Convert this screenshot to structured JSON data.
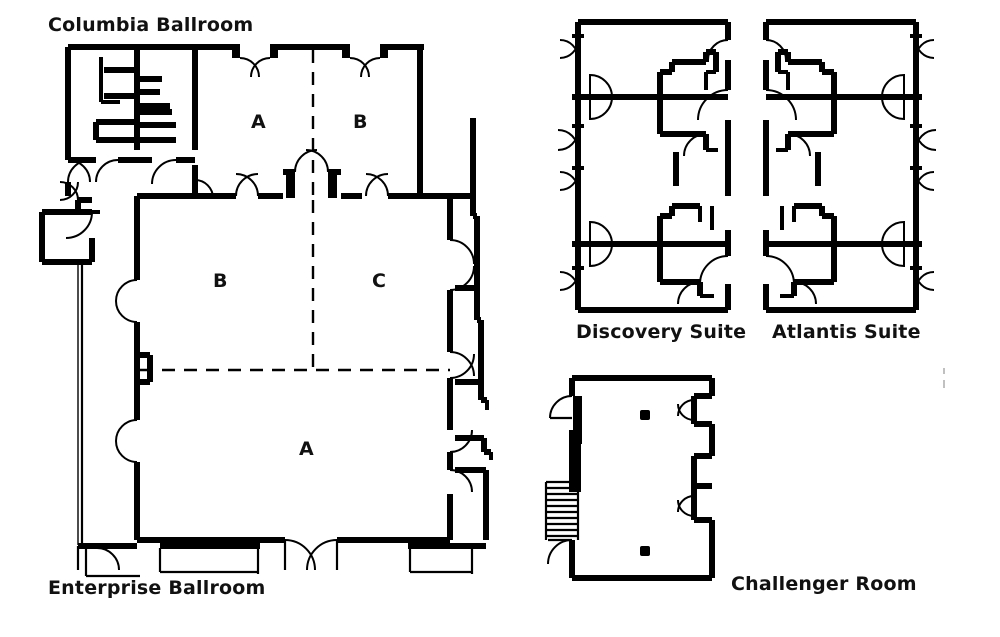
{
  "document": {
    "kind": "architectural-floor-plan",
    "background_color": "#ffffff",
    "line_color": "#000000"
  },
  "plans": [
    {
      "id": "columbia-ballroom",
      "title": "Columbia Ballroom",
      "zones": [
        {
          "letter": "A"
        },
        {
          "letter": "B"
        }
      ]
    },
    {
      "id": "enterprise-ballroom",
      "title": "Enterprise Ballroom",
      "zones": [
        {
          "letter": "B"
        },
        {
          "letter": "C"
        },
        {
          "letter": "A"
        }
      ]
    },
    {
      "id": "discovery-suite",
      "title": "Discovery Suite",
      "zones": []
    },
    {
      "id": "atlantis-suite",
      "title": "Atlantis Suite",
      "zones": []
    },
    {
      "id": "challenger-room",
      "title": "Challenger Room",
      "zones": []
    }
  ],
  "labels": {
    "columbia": "Columbia Ballroom",
    "enterprise": "Enterprise Ballroom",
    "discovery": "Discovery Suite",
    "atlantis": "Atlantis Suite",
    "challenger": "Challenger Room",
    "columbia_zone_a": "A",
    "columbia_zone_b": "B",
    "enterprise_zone_b": "B",
    "enterprise_zone_c": "C",
    "enterprise_zone_a": "A"
  }
}
